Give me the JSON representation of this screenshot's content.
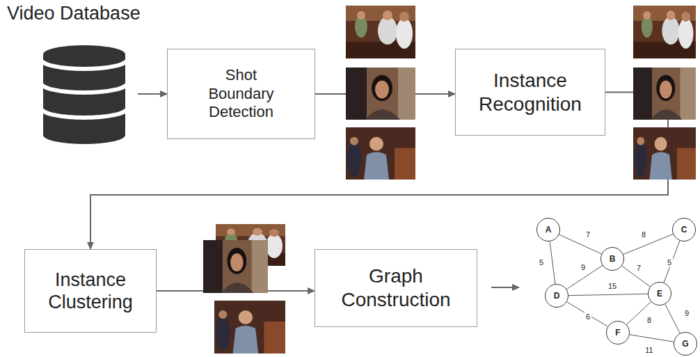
{
  "diagram": {
    "nodes": [
      {
        "text": [
          "Video Database"
        ]
      },
      {
        "text": [
          "Shot Boundary Detection"
        ]
      },
      {
        "text": [
          "Instance Recognition"
        ]
      },
      {
        "text": [
          "Instance Clustering"
        ]
      },
      {
        "text": [
          "Graph Construction"
        ]
      },
      {
        "text": [
          "A"
        ]
      },
      {
        "text": [
          "B"
        ]
      },
      {
        "text": [
          "C"
        ]
      },
      {
        "text": [
          "D"
        ]
      },
      {
        "text": [
          "E"
        ]
      },
      {
        "text": [
          "F"
        ]
      },
      {
        "text": [
          "G"
        ]
      }
    ],
    "edges": [
      {
        "from": 0,
        "to": 1,
        "arrow": "to"
      },
      {
        "from": 1,
        "to": 2,
        "arrow": "to"
      },
      {
        "from": 2,
        "to": 3,
        "arrow": "to"
      },
      {
        "from": 3,
        "to": 4,
        "arrow": "to"
      },
      {
        "from": 5,
        "to": 6,
        "label": "7",
        "arrow": "none"
      },
      {
        "from": 5,
        "to": 8,
        "label": "5",
        "arrow": "none"
      },
      {
        "from": 6,
        "to": 7,
        "label": "8",
        "arrow": "none"
      },
      {
        "from": 6,
        "to": 8,
        "label": "9",
        "arrow": "none"
      },
      {
        "from": 6,
        "to": 9,
        "label": "7",
        "arrow": "none"
      },
      {
        "from": 7,
        "to": 9,
        "label": "5",
        "arrow": "none"
      },
      {
        "from": 8,
        "to": 9,
        "label": "15",
        "arrow": "none"
      },
      {
        "from": 8,
        "to": 10,
        "label": "6",
        "arrow": "none"
      },
      {
        "from": 9,
        "to": 10,
        "label": "8",
        "arrow": "none"
      },
      {
        "from": 9,
        "to": 11,
        "label": "9",
        "arrow": "none"
      },
      {
        "from": 10,
        "to": 11,
        "label": "11",
        "arrow": "none"
      }
    ]
  }
}
